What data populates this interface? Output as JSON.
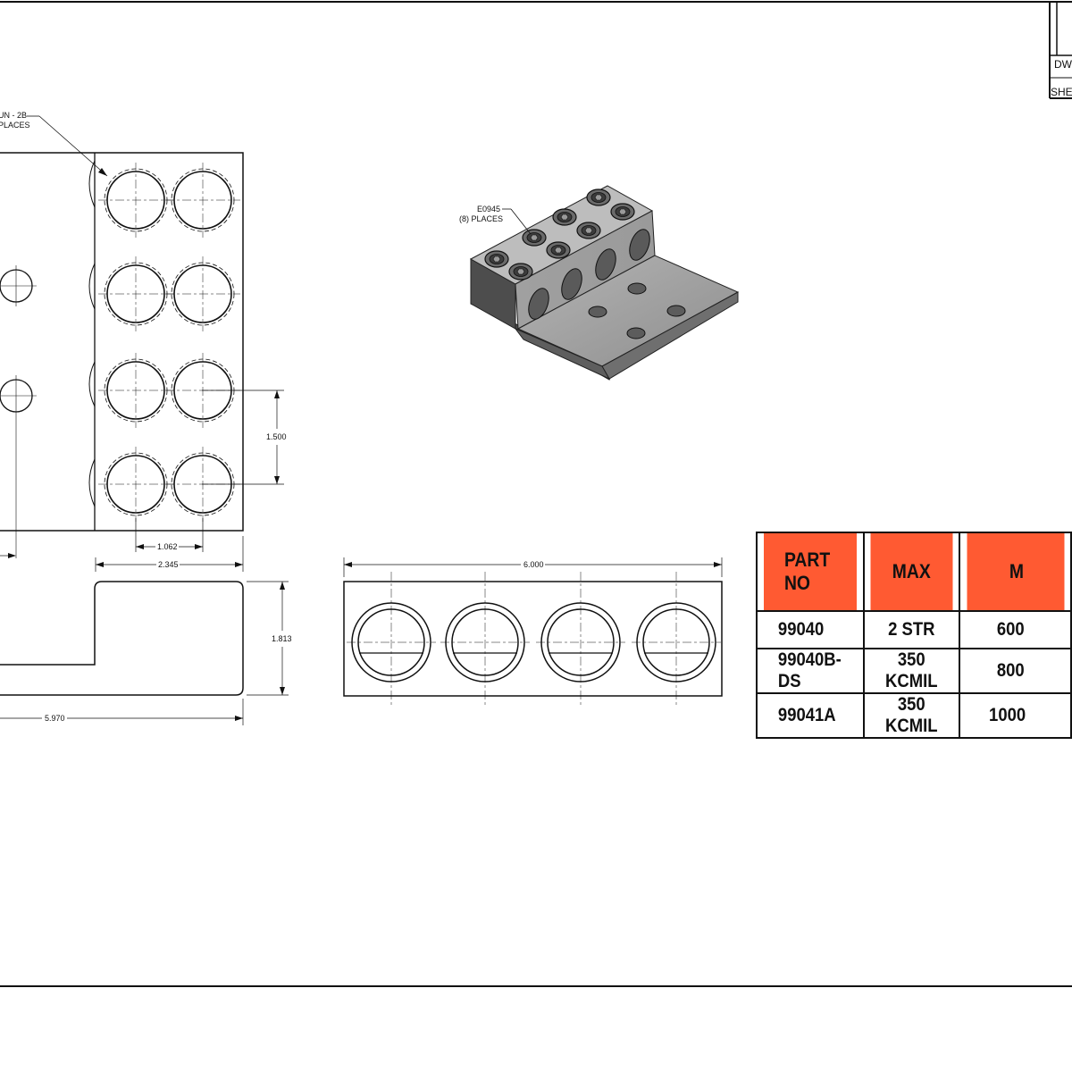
{
  "title_block": {
    "dwg_label": "DW",
    "sheet_label": "SHE"
  },
  "callouts": {
    "thread_line1": "UN - 2B",
    "thread_line2": "PLACES",
    "iso_part": "E0945",
    "iso_qty": "(8) PLACES"
  },
  "dimensions": {
    "hole_pitch_v": "1.500",
    "hole_pitch_h": "1.062",
    "pad_width": "2.345",
    "height": "1.813",
    "overall_length": "5.970",
    "front_length": "6.000"
  },
  "table": {
    "headers": [
      "PART NO",
      "MAX",
      "M"
    ],
    "rows": [
      [
        "99040",
        "2 STR",
        "600"
      ],
      [
        "99040B-DS",
        "350 KCMIL",
        "800"
      ],
      [
        "99041A",
        "350 KCMIL",
        "1000"
      ]
    ]
  },
  "colors": {
    "header_fill": "#ff5a32",
    "line": "#111111",
    "body_gray": "#9a9a9a"
  }
}
